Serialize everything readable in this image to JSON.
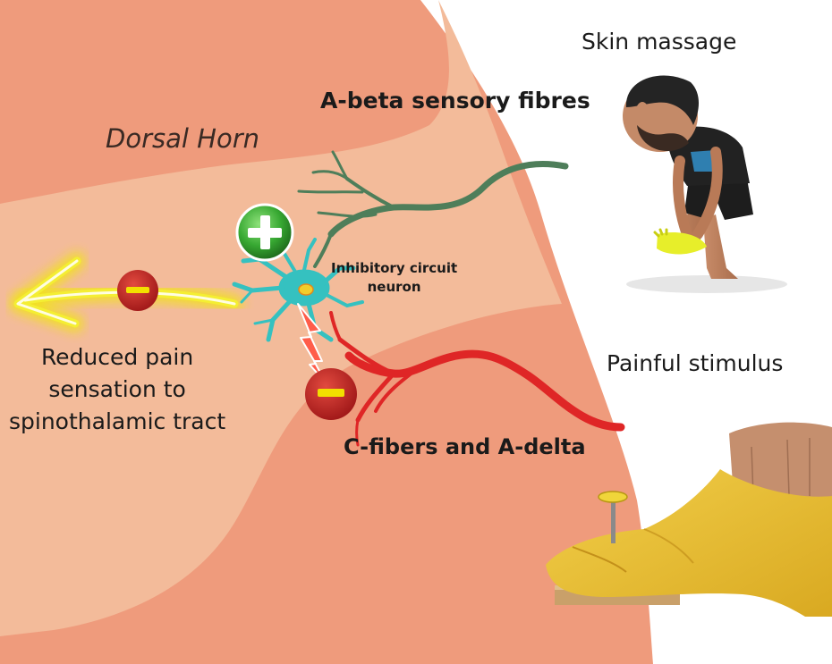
{
  "labels": {
    "dorsal_horn": "Dorsal Horn",
    "abeta": "A-beta sensory fibres",
    "skin_massage": "Skin massage",
    "inhibitory_line1": "Inhibitory circuit",
    "inhibitory_line2": "neuron",
    "reduced_line1": "Reduced pain",
    "reduced_line2": "sensation to",
    "reduced_line3": "spinothalamic tract",
    "painful_stimulus": "Painful stimulus",
    "cfibers": "C-fibers and A-delta"
  },
  "icons": [
    "plus-icon",
    "minus-icon",
    "arrow-left-icon",
    "lightning-icon",
    "neuron-icon",
    "person-icon",
    "foot-icon",
    "nail-icon"
  ],
  "colors": {
    "outer_region": "#ef9b7c",
    "inner_region": "#f3bb9a",
    "abeta_fibre": "#4e7e5a",
    "c_fibre": "#df2626",
    "neuron": "#35c1c0",
    "plus_circle": "#37a832",
    "minus_circle": "#c42525",
    "minus_bar": "#f2e000",
    "glow_arrow": "#f4ee33"
  }
}
